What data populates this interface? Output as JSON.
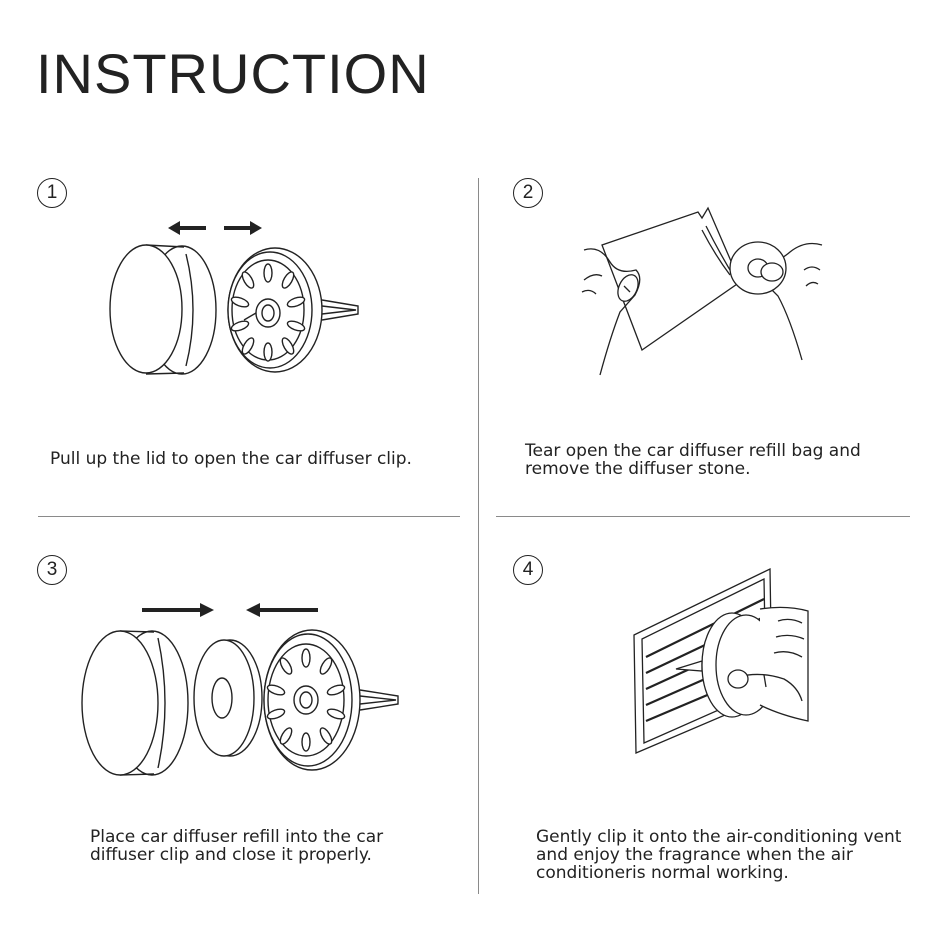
{
  "title": "INSTRUCTION",
  "steps": [
    {
      "number": "1",
      "caption": "Pull up the lid to open the car diffuser clip."
    },
    {
      "number": "2",
      "caption": "Tear open the car diffuser refill bag and remove the diffuser stone."
    },
    {
      "number": "3",
      "caption": "Place car diffuser refill into the car diffuser clip and close it properly."
    },
    {
      "number": "4",
      "caption": "Gently clip it onto the air-conditioning vent and enjoy the fragrance when the air conditioneris normal working."
    }
  ],
  "icons": [
    "arrow-left-icon",
    "arrow-right-icon",
    "lid-illustration",
    "clip-illustration",
    "refill-bag-illustration",
    "refill-stone-illustration",
    "vent-illustration",
    "hand-illustration"
  ]
}
